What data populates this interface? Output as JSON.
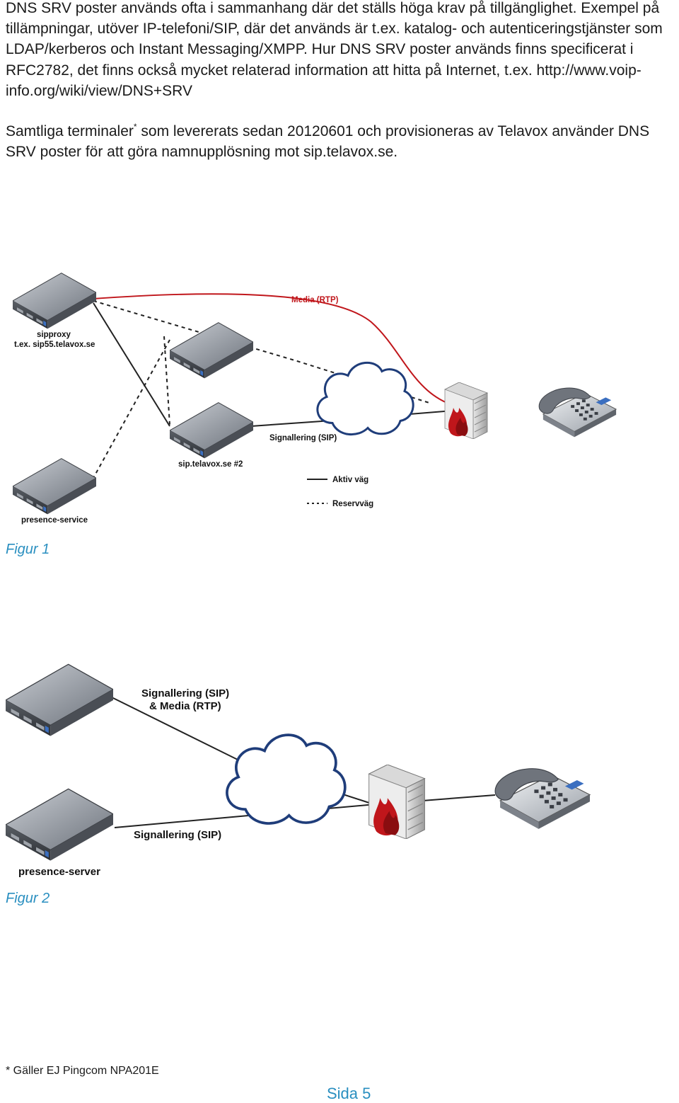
{
  "text": {
    "para1": "DNS SRV poster används ofta i sammanhang där det ställs höga krav på tillgänglighet. Exempel på tillämpningar, utöver IP-telefoni/SIP, där det används är t.ex. katalog- och autenticeringstjänster som LDAP/kerberos och Instant Messaging/XMPP. Hur DNS SRV poster används finns specificerat i RFC2782, det finns också mycket relaterad information att hitta på Internet, t.ex. http://www.voip-info.org/wiki/view/DNS+SRV",
    "para2_a": "Samtliga terminaler",
    "para2_sup": "*",
    "para2_b": " som levererats sedan 20120601 och provisioneras av Telavox använder DNS SRV poster för att göra namnupplösning mot sip.telavox.se."
  },
  "figure1": {
    "caption": "Figur 1",
    "media_label": "Media (RTP)",
    "sipproxy_label": "sipproxy",
    "sipproxy_example": "t.ex. sip55.telavox.se",
    "signalling_label": "Signallering (SIP)",
    "sip2_label": "sip.telavox.se #2",
    "presence_label": "presence-service",
    "legend_active": "Aktiv väg",
    "legend_backup": "Reservväg",
    "colors": {
      "media_line": "#c0161b",
      "cloud_stroke": "#1f3d7a",
      "caption": "#2a8fc0"
    }
  },
  "figure2": {
    "caption": "Figur 2",
    "sig_media_line1": "Signallering (SIP)",
    "sig_media_line2": "& Media (RTP)",
    "signalling_label": "Signallering (SIP)",
    "presence_label": "presence-server"
  },
  "footnote": "* Gäller EJ Pingcom NPA201E",
  "page_number": "Sida 5"
}
